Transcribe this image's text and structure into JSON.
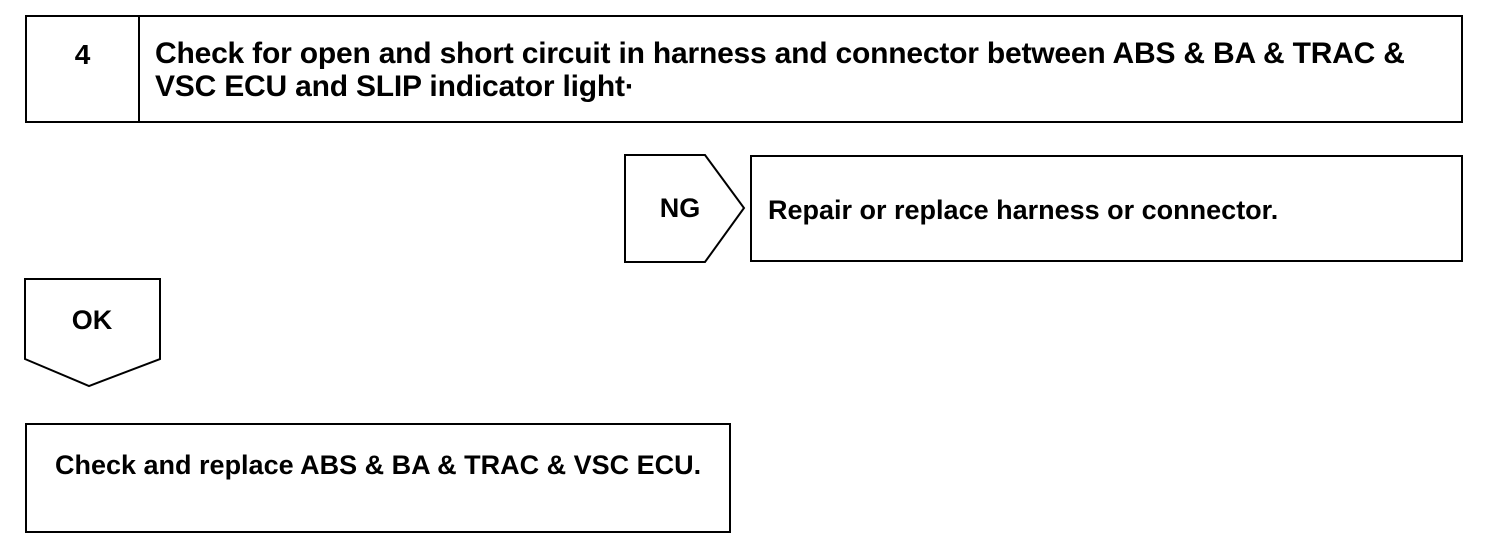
{
  "step": {
    "number": "4",
    "text": "Check for open and short circuit in harness and connector between ABS & BA & TRAC & VSC ECU and SLIP indicator light·"
  },
  "ng_branch": {
    "label": "NG",
    "result": "Repair or replace harness or connector."
  },
  "ok_branch": {
    "label": "OK",
    "result": "Check and replace ABS & BA & TRAC & VSC ECU."
  }
}
